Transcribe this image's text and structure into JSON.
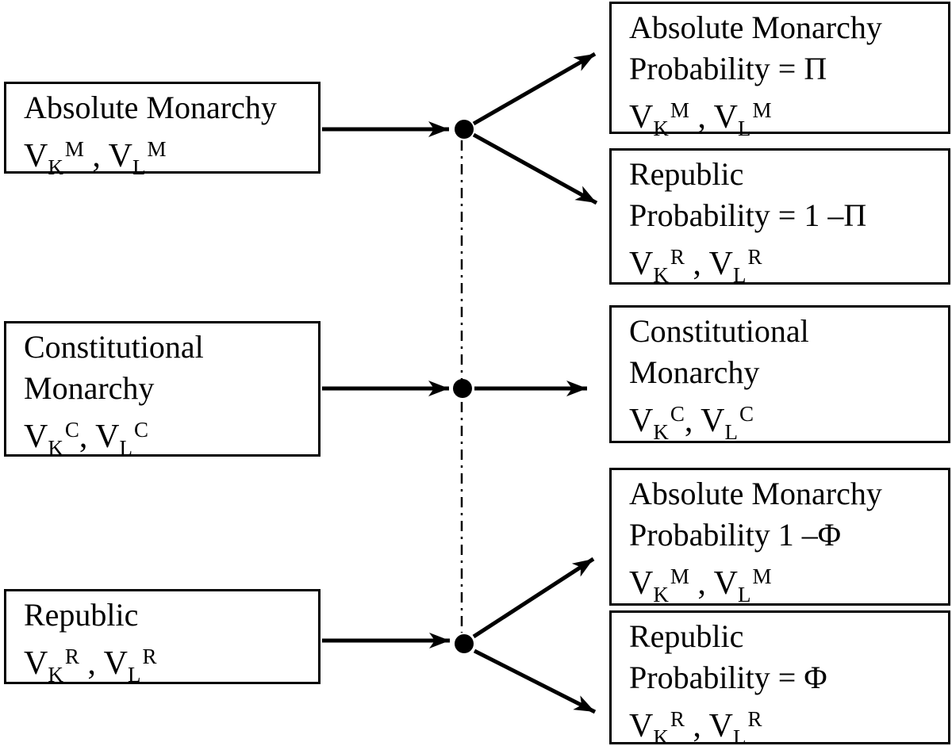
{
  "diagram": {
    "left": [
      {
        "line1": "Absolute Monarchy",
        "vals": {
          "b1": "V",
          "s1": "K",
          "p1": "M",
          "sep": " , ",
          "b2": "V",
          "s2": "L",
          "p2": "M"
        }
      },
      {
        "line1": "Constitutional",
        "line2": "Monarchy",
        "vals": {
          "b1": "V",
          "s1": "K",
          "p1": "C",
          "sep": ", ",
          "b2": "V",
          "s2": "L",
          "p2": "C"
        }
      },
      {
        "line1": "Republic",
        "vals": {
          "b1": "V",
          "s1": "K",
          "p1": "R",
          "sep": " , ",
          "b2": "V",
          "s2": "L",
          "p2": "R"
        }
      }
    ],
    "right": [
      {
        "line1": "Absolute Monarchy",
        "prob": "Probability = Π",
        "vals": {
          "b1": "V",
          "s1": "K",
          "p1": "M",
          "sep": " , ",
          "b2": "V",
          "s2": "L",
          "p2": "M"
        }
      },
      {
        "line1": "Republic",
        "prob": "Probability = 1 –Π",
        "vals": {
          "b1": "V",
          "s1": "K",
          "p1": "R",
          "sep": " , ",
          "b2": "V",
          "s2": "L",
          "p2": "R"
        }
      },
      {
        "line1": "Constitutional",
        "line2": "Monarchy",
        "vals": {
          "b1": "V",
          "s1": "K",
          "p1": "C",
          "sep": ", ",
          "b2": "V",
          "s2": "L",
          "p2": "C"
        }
      },
      {
        "line1": "Absolute Monarchy",
        "prob": "Probability 1 –Φ",
        "vals": {
          "b1": "V",
          "s1": "K",
          "p1": "M",
          "sep": " , ",
          "b2": "V",
          "s2": "L",
          "p2": "M"
        }
      },
      {
        "line1": "Republic",
        "prob": "Probability = Φ",
        "vals": {
          "b1": "V",
          "s1": "K",
          "p1": "R",
          "sep": " , ",
          "b2": "V",
          "s2": "L",
          "p2": "R"
        }
      }
    ],
    "edges": [
      {
        "from": "left-absolute-monarchy",
        "to": "node-top"
      },
      {
        "from": "node-top",
        "to": "right-absolute-monarchy-pi"
      },
      {
        "from": "node-top",
        "to": "right-republic-1-minus-pi"
      },
      {
        "from": "left-constitutional-monarchy",
        "to": "node-middle"
      },
      {
        "from": "node-middle",
        "to": "right-constitutional-monarchy"
      },
      {
        "from": "left-republic",
        "to": "node-bottom"
      },
      {
        "from": "node-bottom",
        "to": "right-absolute-monarchy-1-minus-phi"
      },
      {
        "from": "node-bottom",
        "to": "right-republic-phi"
      }
    ]
  }
}
